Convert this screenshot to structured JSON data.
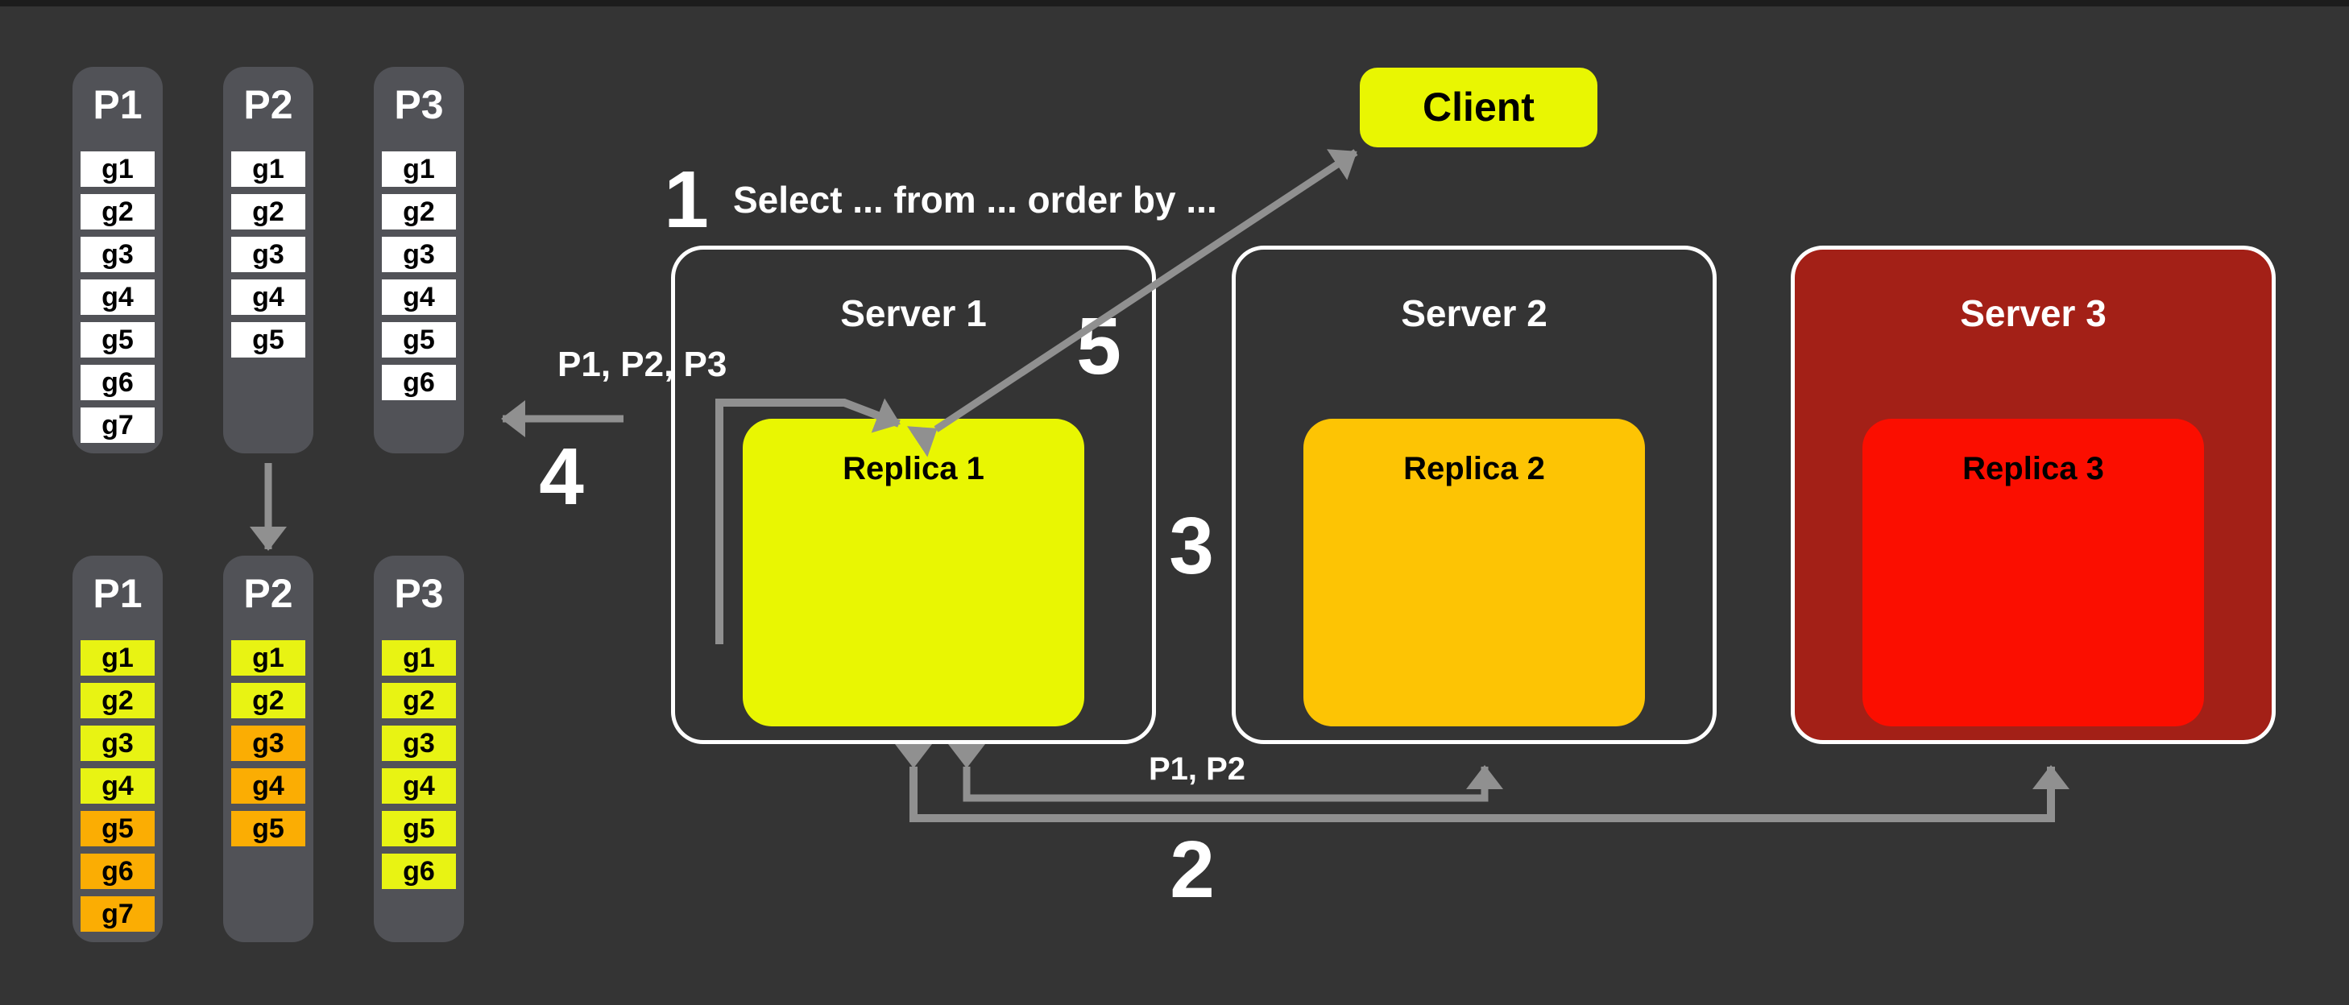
{
  "colors": {
    "background": "#343434",
    "column_gray": "#515257",
    "arrow_gray": "#909090",
    "white": "#ffffff",
    "yellow": "#e9f602",
    "cell_yellow": "#e8f313",
    "cell_orange": "#fbad03",
    "amber": "#fdc404",
    "red": "#fb0e00",
    "dark_red": "#a32017",
    "black_text": "#000000"
  },
  "partitions_before": {
    "columns": [
      {
        "name": "P1",
        "cells": [
          {
            "label": "g1",
            "color": "#ffffff"
          },
          {
            "label": "g2",
            "color": "#ffffff"
          },
          {
            "label": "g3",
            "color": "#ffffff"
          },
          {
            "label": "g4",
            "color": "#ffffff"
          },
          {
            "label": "g5",
            "color": "#ffffff"
          },
          {
            "label": "g6",
            "color": "#ffffff"
          },
          {
            "label": "g7",
            "color": "#ffffff"
          }
        ]
      },
      {
        "name": "P2",
        "cells": [
          {
            "label": "g1",
            "color": "#ffffff"
          },
          {
            "label": "g2",
            "color": "#ffffff"
          },
          {
            "label": "g3",
            "color": "#ffffff"
          },
          {
            "label": "g4",
            "color": "#ffffff"
          },
          {
            "label": "g5",
            "color": "#ffffff"
          }
        ]
      },
      {
        "name": "P3",
        "cells": [
          {
            "label": "g1",
            "color": "#ffffff"
          },
          {
            "label": "g2",
            "color": "#ffffff"
          },
          {
            "label": "g3",
            "color": "#ffffff"
          },
          {
            "label": "g4",
            "color": "#ffffff"
          },
          {
            "label": "g5",
            "color": "#ffffff"
          },
          {
            "label": "g6",
            "color": "#ffffff"
          }
        ]
      }
    ]
  },
  "partitions_after": {
    "columns": [
      {
        "name": "P1",
        "cells": [
          {
            "label": "g1",
            "color": "#e8f313"
          },
          {
            "label": "g2",
            "color": "#e8f313"
          },
          {
            "label": "g3",
            "color": "#e8f313"
          },
          {
            "label": "g4",
            "color": "#e8f313"
          },
          {
            "label": "g5",
            "color": "#fbad03"
          },
          {
            "label": "g6",
            "color": "#fbad03"
          },
          {
            "label": "g7",
            "color": "#fbad03"
          }
        ]
      },
      {
        "name": "P2",
        "cells": [
          {
            "label": "g1",
            "color": "#e8f313"
          },
          {
            "label": "g2",
            "color": "#e8f313"
          },
          {
            "label": "g3",
            "color": "#fbad03"
          },
          {
            "label": "g4",
            "color": "#fbad03"
          },
          {
            "label": "g5",
            "color": "#fbad03"
          }
        ]
      },
      {
        "name": "P3",
        "cells": [
          {
            "label": "g1",
            "color": "#e8f313"
          },
          {
            "label": "g2",
            "color": "#e8f313"
          },
          {
            "label": "g3",
            "color": "#e8f313"
          },
          {
            "label": "g4",
            "color": "#e8f313"
          },
          {
            "label": "g5",
            "color": "#e8f313"
          },
          {
            "label": "g6",
            "color": "#e8f313"
          }
        ]
      }
    ]
  },
  "client": {
    "label": "Client"
  },
  "servers": [
    {
      "name": "Server 1",
      "replica_label": "Replica 1",
      "replica_color": "#e9f602",
      "fill": "transparent"
    },
    {
      "name": "Server 2",
      "replica_label": "Replica 2",
      "replica_color": "#fdc404",
      "fill": "transparent"
    },
    {
      "name": "Server 3",
      "replica_label": "Replica 3",
      "replica_color": "#fb0e00",
      "fill": "#a32017"
    }
  ],
  "steps": {
    "one": {
      "number": "1",
      "text": "Select ... from ... order by ..."
    },
    "two": {
      "number": "2"
    },
    "three": {
      "number": "3"
    },
    "four": {
      "number": "4"
    },
    "five": {
      "number": "5"
    }
  },
  "arrow_labels": {
    "loop": "P1, P2, P3",
    "bottom": "P1, P2"
  }
}
